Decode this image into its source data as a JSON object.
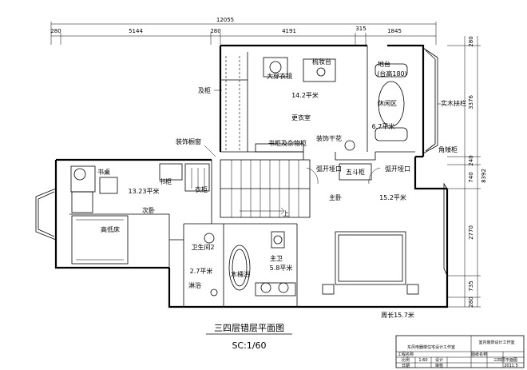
{
  "dimensions": {
    "overall": "12055",
    "top": [
      "280",
      "5144",
      "280",
      "4191",
      "315",
      "1845"
    ],
    "right": [
      "280",
      "3376",
      "240",
      "740",
      "2770",
      "735",
      "280"
    ],
    "right_total": "8392"
  },
  "rooms": {
    "walkin_closet": "大穿衣镜",
    "dresser": "梳妆台",
    "closet_area": "14.2平米",
    "changing_room": "更衣室",
    "terrace": "地台",
    "terrace_height": "(台高180)",
    "lounge": "休闲区",
    "lounge_area": "6.7平米",
    "bookcase": "书柜及杂物柜",
    "dried_flowers": "装饰干花",
    "desk": "书桌",
    "bookshelf": "书柜",
    "second_area": "13.23平米",
    "wardrobe": "衣柜",
    "second_bedroom": "次卧",
    "bed_small": "高低床",
    "master": "主卧",
    "master_area": "15.2平米",
    "dresser5": "五斗柜",
    "bath2": "卫生间2",
    "bath2_area": "2.7平米",
    "shower": "淋浴",
    "tub": "木桶浴",
    "master_bath": "主卫",
    "master_bath_area": "5.8平米",
    "up": "上"
  },
  "annotations": {
    "cabinet": "及柜",
    "deco_window": "装饰橱窗",
    "wood_rail": "实木扶栏",
    "corner_cabinet": "角矮柜",
    "arc_left": "弧开垭口",
    "arc_right": "弧开垭口",
    "perimeter": "周长15.7米"
  },
  "title": "三四层错层平面图",
  "scale": "SC:1/60",
  "title_block": {
    "big": "东风电器楼住宅设计工作室",
    "small": "室内装饰设计工作室",
    "rows": [
      [
        "工程名称",
        "",
        "图纸名称",
        "",
        ""
      ],
      [
        "比例",
        "1:60",
        "设计",
        "",
        "三四层平面图"
      ],
      [
        "日期",
        "",
        "审核",
        "",
        "2011.5"
      ]
    ]
  }
}
